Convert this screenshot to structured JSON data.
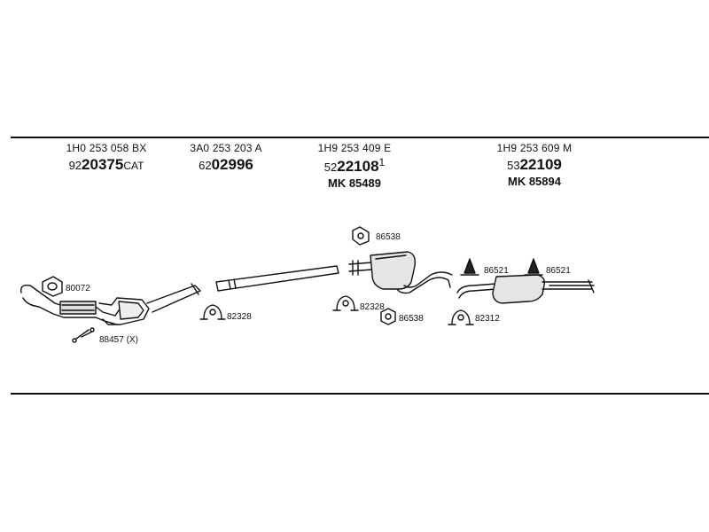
{
  "columns": [
    {
      "oem": "1H0 253 058 BX",
      "part_prefix": "92",
      "part_main": "20375",
      "part_suffix": "CAT",
      "mk": ""
    },
    {
      "oem": "3A0 253 203 A",
      "part_prefix": "62",
      "part_main": "02996",
      "part_suffix": "",
      "mk": ""
    },
    {
      "oem": "1H9 253 409 E",
      "part_prefix": "52",
      "part_main": "22108",
      "part_suffix": "1",
      "mk": "MK  85489"
    },
    {
      "oem": "1H9 253 609 M",
      "part_prefix": "53",
      "part_main": "22109",
      "part_suffix": "",
      "mk": "MK  85894"
    }
  ],
  "labels": {
    "gasket": "80072",
    "bolts": "88457 (X)",
    "clamp_front": "82328",
    "hanger_top": "86538",
    "clamp_mid": "82328",
    "hanger_mid": "86538",
    "rubber_left": "86521",
    "rubber_right": "86521",
    "clamp_rear": "82312"
  },
  "colors": {
    "line": "#111111",
    "background": "#ffffff"
  }
}
